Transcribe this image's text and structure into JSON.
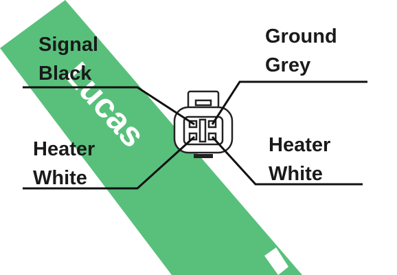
{
  "watermark": {
    "brand_text": "Lucas",
    "color": "#4fbd74"
  },
  "connector": {
    "name": "4-pin connector",
    "stroke_color": "#222222"
  },
  "wires": [
    {
      "id": "signal",
      "line1": "Signal",
      "line2": "Black"
    },
    {
      "id": "ground",
      "line1": "Ground",
      "line2": "Grey"
    },
    {
      "id": "heater_left",
      "line1": "Heater",
      "line2": "White"
    },
    {
      "id": "heater_right",
      "line1": "Heater",
      "line2": "White"
    }
  ],
  "colors": {
    "text": "#1a1a1a",
    "wire": "#111111"
  }
}
